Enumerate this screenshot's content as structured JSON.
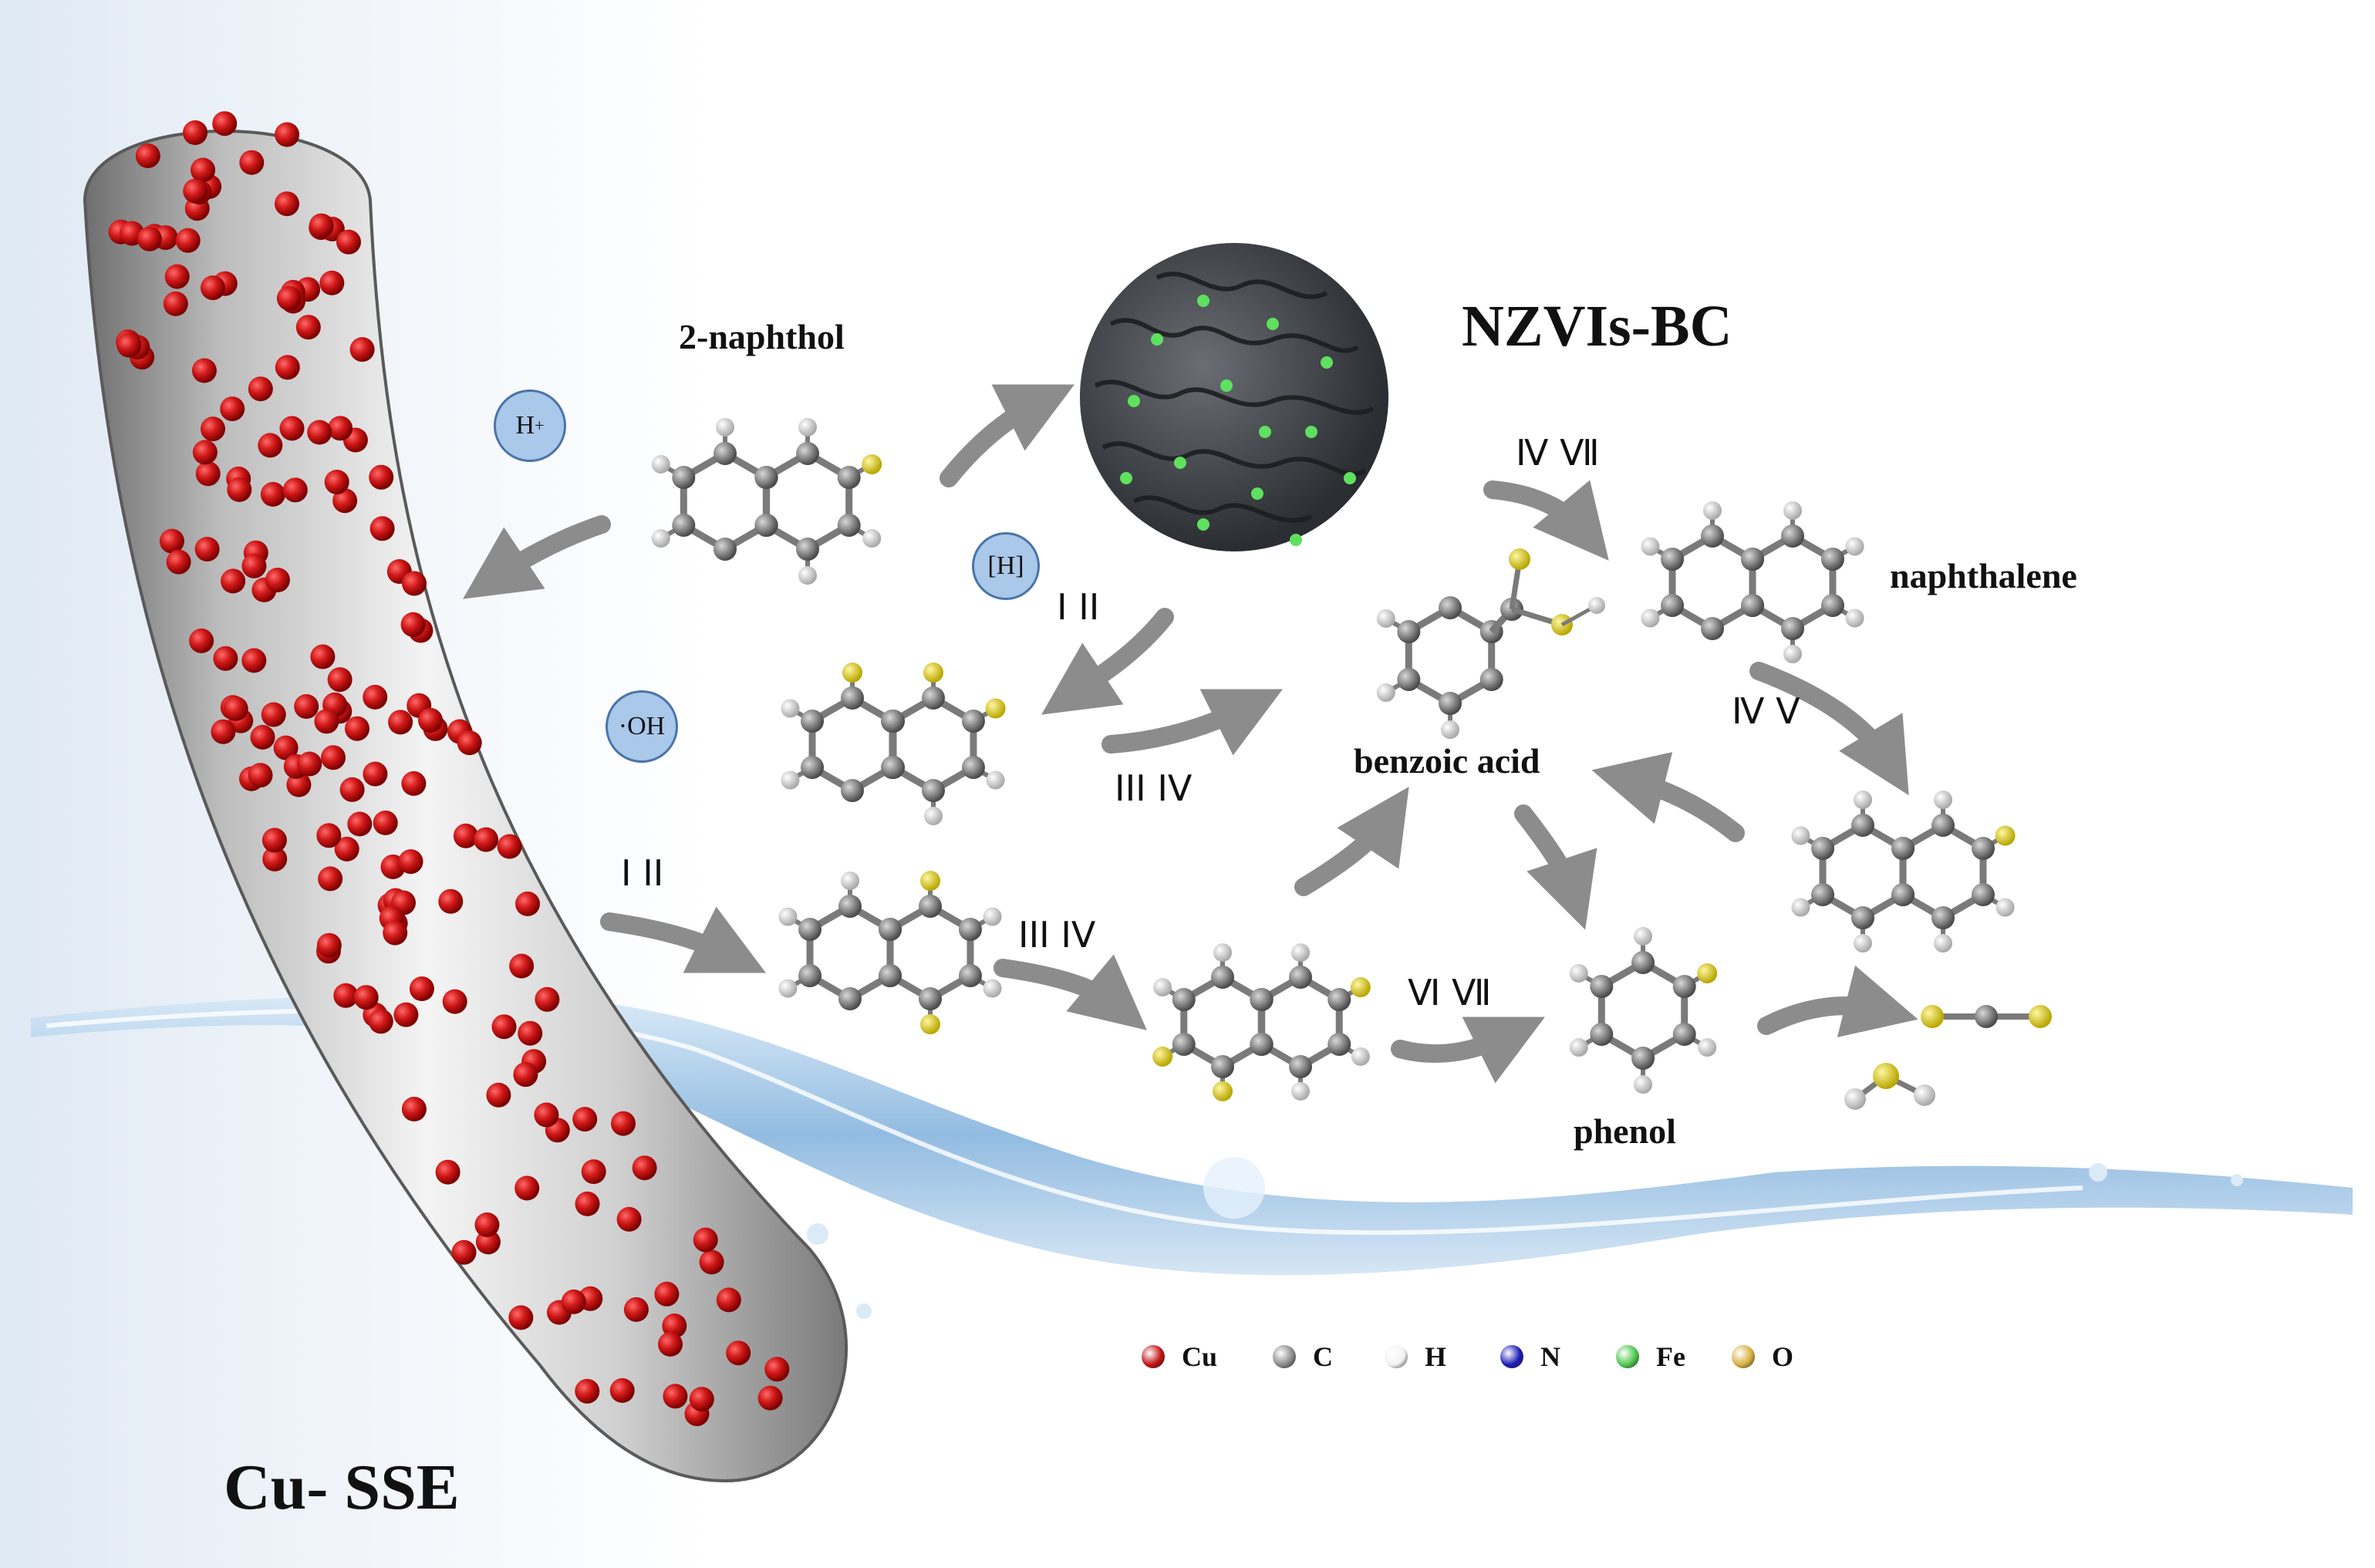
{
  "labels": {
    "electrode": "Cu- SSE",
    "catalyst": "NZVIs-BC",
    "naphthol": "2-naphthol",
    "naphthalene": "naphthalene",
    "benzoic": "benzoic acid",
    "phenol": "phenol"
  },
  "species": {
    "h_plus": "H",
    "h_plus_sup": "+",
    "h_radical": "[H]",
    "oh_radical": "·OH"
  },
  "pathways": {
    "p1": "I   II",
    "p2": "Ⅳ Ⅶ",
    "p3": "III   IV",
    "p4": "I   II",
    "p5": "III   IV",
    "p6": "Ⅳ V",
    "p7": "Ⅵ Ⅶ"
  },
  "legend": [
    {
      "label": "Cu",
      "color": "#c01010"
    },
    {
      "label": "C",
      "color": "#8a8a8a"
    },
    {
      "label": "H",
      "color": "#f2f2f2"
    },
    {
      "label": "N",
      "color": "#1a1ab8"
    },
    {
      "label": "Fe",
      "color": "#4cc84c"
    },
    {
      "label": "O",
      "color": "#d8b040"
    }
  ]
}
